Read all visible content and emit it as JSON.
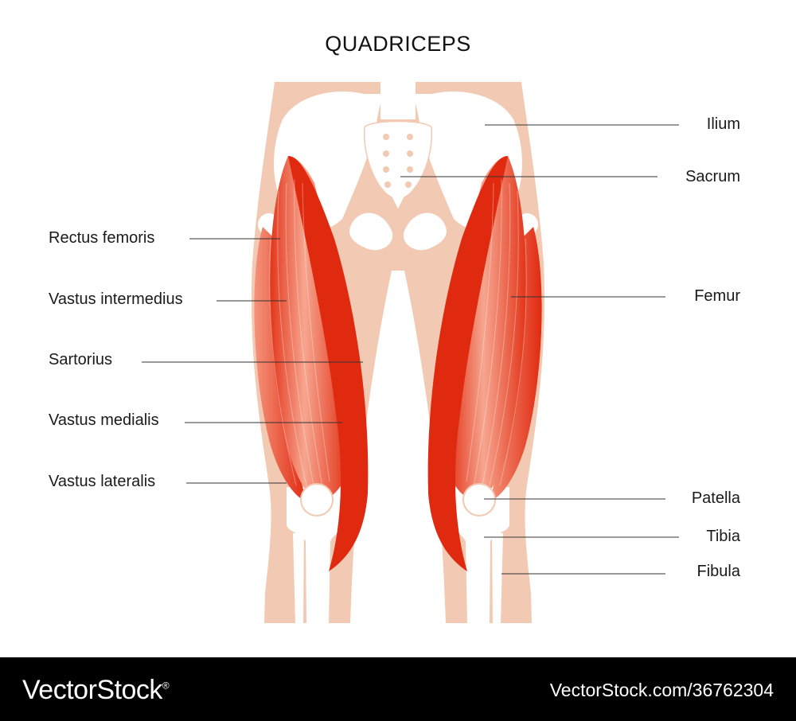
{
  "title": "QUADRICEPS",
  "labels": {
    "rectus_femoris": "Rectus femoris",
    "vastus_intermedius": "Vastus intermedius",
    "sartorius": "Sartorius",
    "vastus_medialis": "Vastus medialis",
    "vastus_lateralis": "Vastus lateralis",
    "ilium": "Ilium",
    "sacrum": "Sacrum",
    "femur": "Femur",
    "patella": "Patella",
    "tibia": "Tibia",
    "fibula": "Fibula"
  },
  "footer": {
    "brand": "VectorStock",
    "brand_mark": "®",
    "reference": "VectorStock.com/36762304"
  },
  "colors": {
    "skin": "#f2c9b2",
    "bone": "#ffffff",
    "muscle_dark": "#e02a10",
    "muscle_light": "#f49a84",
    "leader_line": "#333333"
  }
}
